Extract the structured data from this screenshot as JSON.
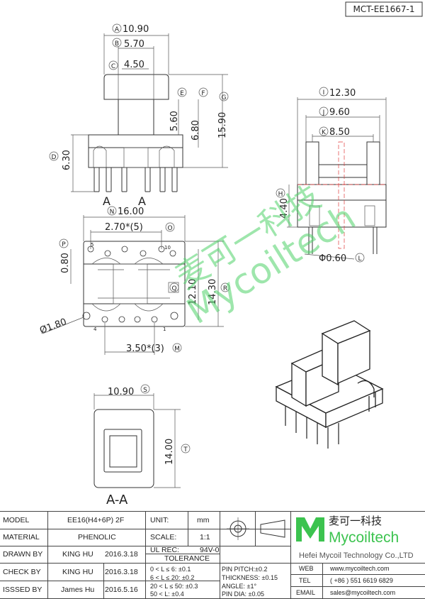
{
  "drawing_no": "MCT-EE1667-1",
  "dims": {
    "A": "10.90",
    "B": "5.70",
    "C": "4.50",
    "E": "5.60",
    "F": "6.80",
    "G": "15.90",
    "D": "6.30",
    "I": "12.30",
    "J": "9.60",
    "K": "8.50",
    "H": "4.40",
    "L": "Φ0.60",
    "N": "16.00",
    "O": "2.70*(5)",
    "P": "0.80",
    "Q": "12.10",
    "R": "14.30",
    "pin_dia": "Ø1.80",
    "M": "3.50*(3)",
    "S": "10.90",
    "T": "14.00"
  },
  "letters": {
    "A": "A",
    "B": "B",
    "C": "C",
    "D": "D",
    "E": "E",
    "F": "F",
    "G": "G",
    "H": "H",
    "I": "I",
    "J": "J",
    "K": "K",
    "L": "L",
    "M": "M",
    "N": "N",
    "O": "O",
    "P": "P",
    "Q": "Q",
    "R": "R",
    "S": "S",
    "T": "T"
  },
  "pins": {
    "p5": "5",
    "p10": "10",
    "p4": "4",
    "p1": "1"
  },
  "section_label": "A-A",
  "watermark": {
    "cn": "麦可一科技",
    "en": "Mycoiltech"
  },
  "table": {
    "model_label": "MODEL",
    "model": "EE16(H4+6P) 2F",
    "unit_label": "UNIT:",
    "unit": "mm",
    "material_label": "MATERIAL",
    "material": "PHENOLIC",
    "scale_label": "SCALE:",
    "scale": "1:1",
    "ul_label": "UL REC:",
    "ul": "94V-0",
    "drawn_label": "DRAWN BY",
    "drawn": "KING HU",
    "drawn_date": "2016.3.18",
    "check_label": "CHECK BY",
    "check": "KING HU",
    "check_date": "2016.3.18",
    "issued_label": "ISSSED BY",
    "issued": "James Hu",
    "issued_date": "2016.5.16",
    "tolerance_label": "TOLERANCE",
    "tol1": "0 < L ≤ 6:  ±0.1",
    "tol2": "6 < L ≤ 20:  ±0.2",
    "tol3": "20 < L ≤ 50:  ±0.3",
    "tol4": "50 < L:  ±0.4",
    "pitch": "PIN PITCH:±0.2",
    "thick": "THICKNESS:  ±0.15",
    "angle": "ANGLE:  ±1°",
    "pindia": "PIN DIA:  ±0.05",
    "brand_cn": "麦可一科技",
    "brand_en": "Mycoiltech",
    "company": "Hefei Mycoil Technology Co.,LTD",
    "web_label": "WEB",
    "web": "www.mycoiltech.com",
    "tel_label": "TEL",
    "tel": "( +86 ) 551 6619 6829",
    "email_label": "EMAIL",
    "email": "sales@mycoiltech.com"
  },
  "colors": {
    "brand_green": "#3cc34f",
    "line": "#333333",
    "centerline": "#e23b3b"
  }
}
